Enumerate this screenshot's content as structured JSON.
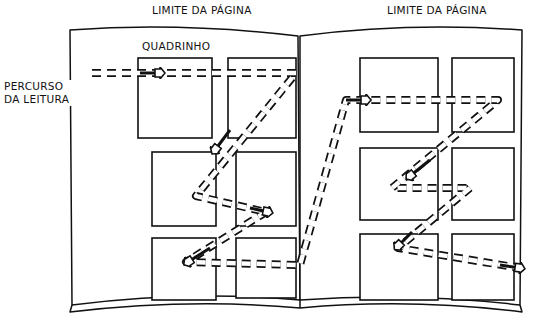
{
  "diagram": {
    "labels": [
      "LIMITE DA PÁGINA",
      "LIMITE DA PÁGINA",
      "QUADRINHO",
      "PERCURSO DA LEITURA"
    ]
  }
}
